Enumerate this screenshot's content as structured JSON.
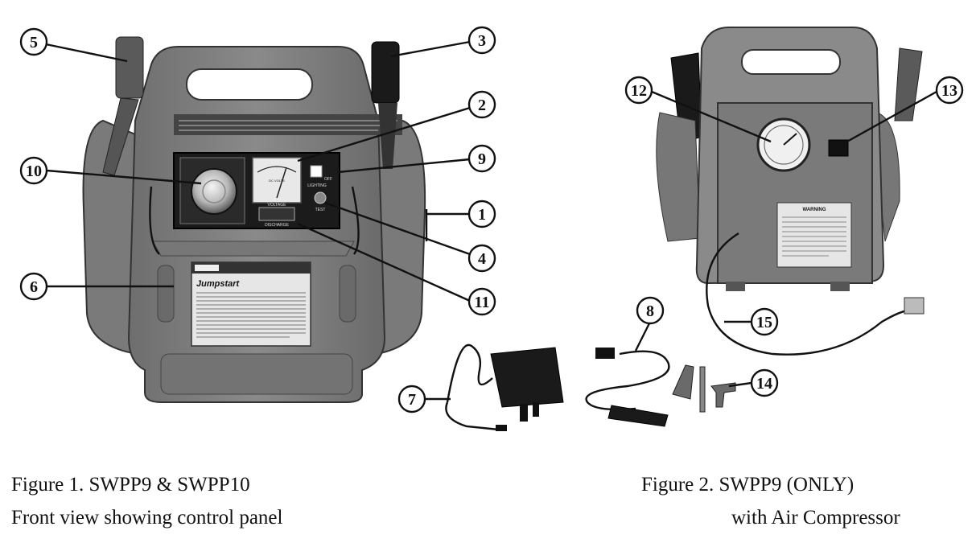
{
  "figure1": {
    "title": "Figure 1. SWPP9 & SWPP10",
    "subtitle": "Front view showing control panel",
    "label_title": "Jumpstart",
    "panel_voltage": "VOLTAGE",
    "panel_discharge": "DISCHARGE",
    "panel_lighting": "LIGHTING",
    "panel_test": "TEST",
    "panel_off": "OFF",
    "meter_unit": "DC VOLTS"
  },
  "figure2": {
    "title": "Figure 2. SWPP9 (ONLY)",
    "subtitle": "with Air Compressor",
    "label_title": "WARNING"
  },
  "callouts": [
    {
      "num": "1"
    },
    {
      "num": "2"
    },
    {
      "num": "3"
    },
    {
      "num": "4"
    },
    {
      "num": "5"
    },
    {
      "num": "6"
    },
    {
      "num": "7"
    },
    {
      "num": "8"
    },
    {
      "num": "9"
    },
    {
      "num": "10"
    },
    {
      "num": "11"
    },
    {
      "num": "12"
    },
    {
      "num": "13"
    },
    {
      "num": "14"
    },
    {
      "num": "15"
    }
  ]
}
